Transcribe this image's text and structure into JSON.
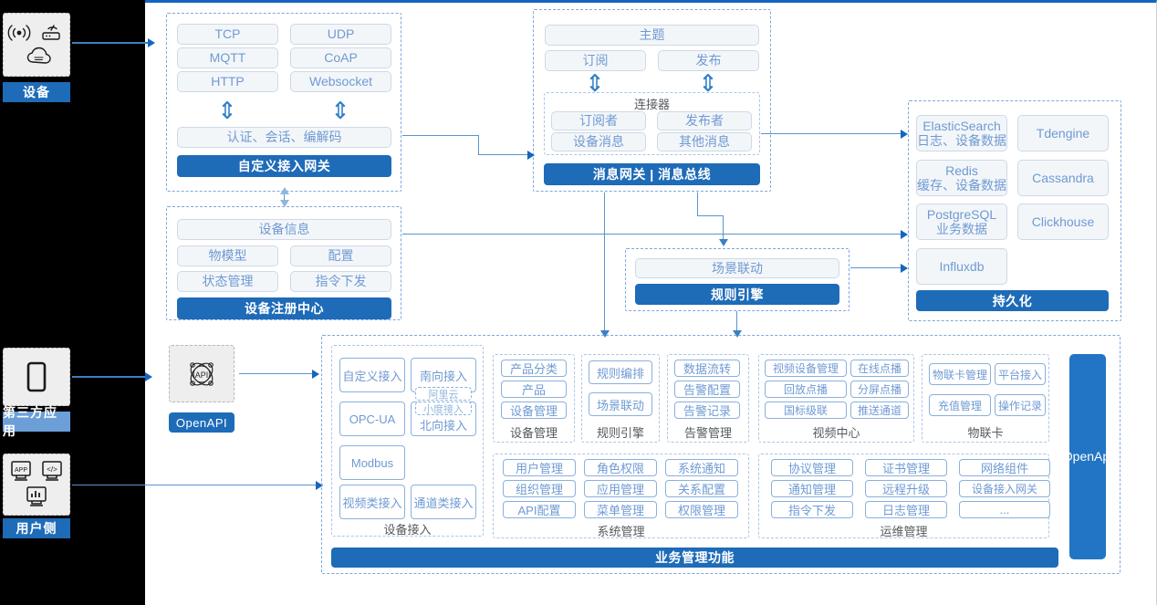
{
  "meta": {
    "accent": "#1e6bb8",
    "chip_text": "#6f9ad3",
    "line": "#3b80c4"
  },
  "rail": {
    "items": [
      {
        "label": "设备",
        "icons": [
          "signal-icon",
          "router-icon",
          "cloud-icon"
        ],
        "style": "solid"
      },
      {
        "label": "第三方应用",
        "icons": [
          "mobile-icon"
        ],
        "style": "pale"
      },
      {
        "label": "用户侧",
        "icons": [
          "app-monitor-icon",
          "code-monitor-icon",
          "chart-monitor-icon"
        ],
        "style": "solid"
      }
    ]
  },
  "gateway": {
    "protocols": [
      "TCP",
      "UDP",
      "MQTT",
      "CoAP",
      "HTTP",
      "Websocket"
    ],
    "middle": "认证、会话、编解码",
    "title": "自定义接入网关"
  },
  "message": {
    "topic": "主题",
    "subscribe": "订阅",
    "publish": "发布",
    "connector_title": "连接器",
    "connector_items": [
      "订阅者",
      "发布者",
      "设备消息",
      "其他消息"
    ],
    "title": "消息网关 | 消息总线"
  },
  "registry": {
    "header": "设备信息",
    "items": [
      "物模型",
      "配置",
      "状态管理",
      "指令下发"
    ],
    "title": "设备注册中心"
  },
  "rules": {
    "item": "场景联动",
    "title": "规则引擎"
  },
  "persistence": {
    "items": [
      {
        "name": "ElasticSearch",
        "sub": "日志、设备数据"
      },
      {
        "name": "Tdengine",
        "sub": ""
      },
      {
        "name": "Redis",
        "sub": "缓存、设备数据"
      },
      {
        "name": "Cassandra",
        "sub": ""
      },
      {
        "name": "PostgreSQL",
        "sub": "业务数据"
      },
      {
        "name": "Clickhouse",
        "sub": ""
      },
      {
        "name": "Influxdb",
        "sub": ""
      }
    ],
    "title": "持久化"
  },
  "openapi": {
    "label": "OpenAPI",
    "icon": "api-atom-icon"
  },
  "openapi_vertical": {
    "line1": "Open",
    "line2": "Api"
  },
  "business": {
    "title": "业务管理功能",
    "groups": [
      {
        "caption": "设备接入",
        "layout": "access",
        "items": [
          "自定义接入",
          "南向接入",
          "OPC-UA",
          "阿里云",
          "小度接入",
          "北向接入",
          "Modbus",
          "视频类接入",
          "通道类接入"
        ]
      },
      {
        "caption": "设备管理",
        "items": [
          "产品分类",
          "产品",
          "设备管理"
        ]
      },
      {
        "caption": "规则引擎",
        "items": [
          "规则编排",
          "场景联动"
        ]
      },
      {
        "caption": "告警管理",
        "items": [
          "数据流转",
          "告警配置",
          "告警记录"
        ]
      },
      {
        "caption": "视频中心",
        "items": [
          "视频设备管理",
          "在线点播",
          "回放点播",
          "分屏点播",
          "国标级联",
          "推送通道"
        ]
      },
      {
        "caption": "物联卡",
        "items": [
          "物联卡管理",
          "平台接入",
          "充值管理",
          "操作记录"
        ]
      },
      {
        "caption": "系统管理",
        "items": [
          "用户管理",
          "角色权限",
          "系统通知",
          "组织管理",
          "应用管理",
          "关系配置",
          "API配置",
          "菜单管理",
          "权限管理"
        ]
      },
      {
        "caption": "运维管理",
        "items": [
          "协议管理",
          "证书管理",
          "网络组件",
          "通知管理",
          "远程升级",
          "设备接入网关",
          "指令下发",
          "日志管理",
          "..."
        ]
      }
    ]
  }
}
